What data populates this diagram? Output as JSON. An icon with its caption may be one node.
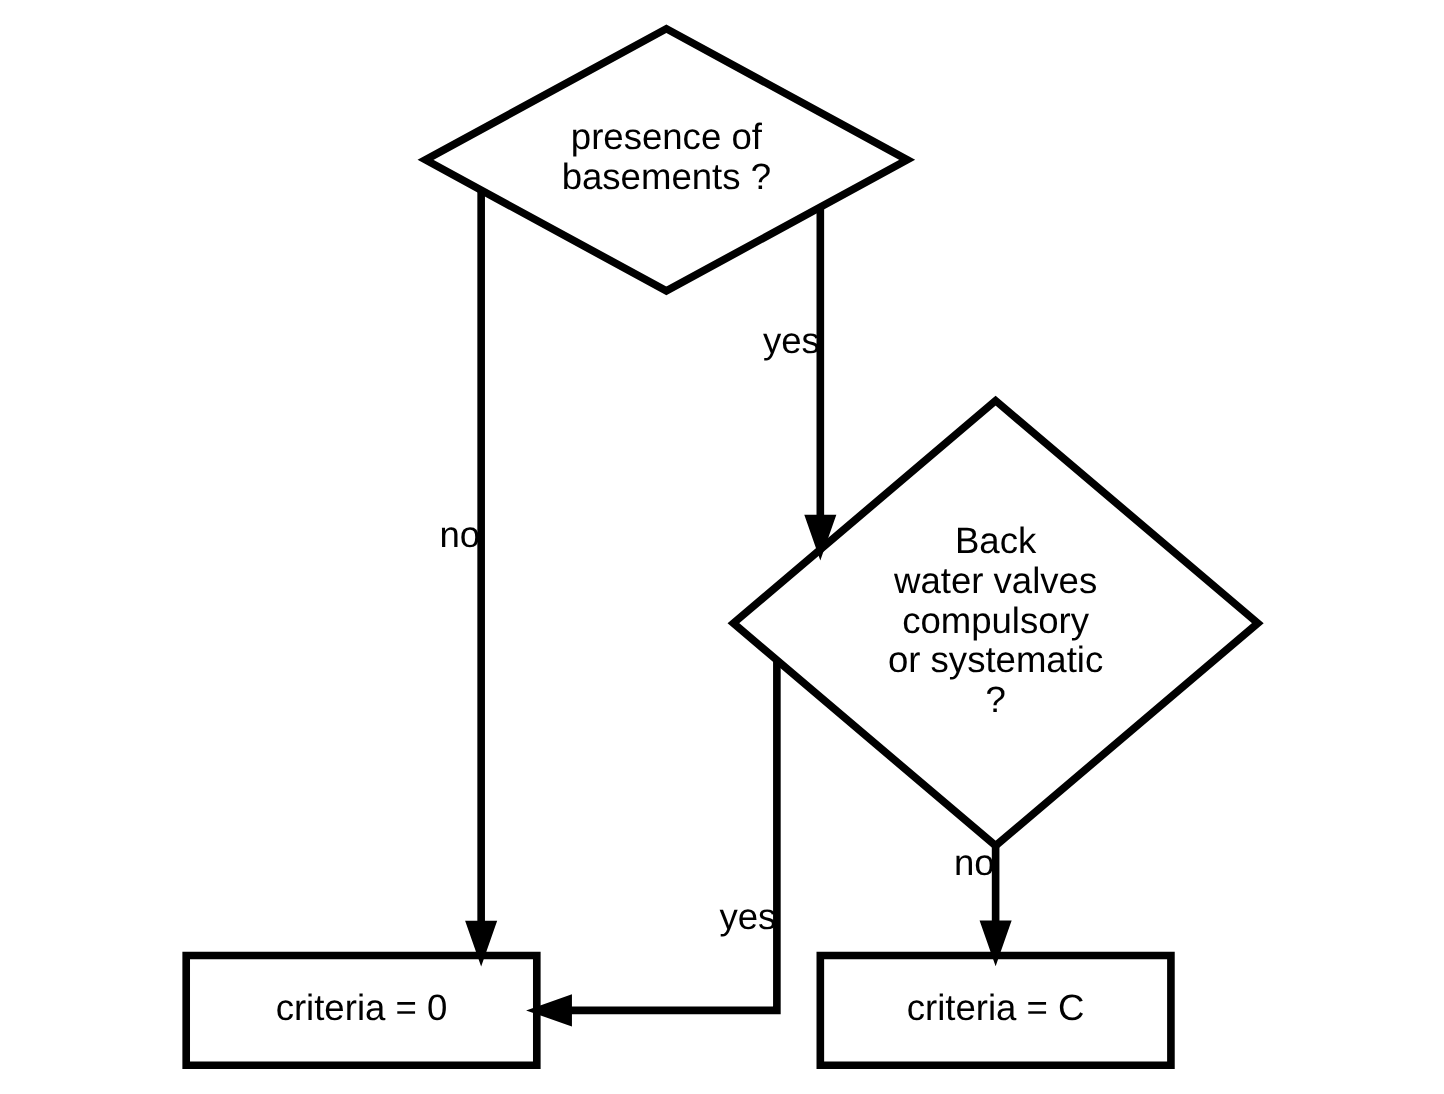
{
  "diagram": {
    "nodes": [
      {
        "text": [
          "presence of basements ?"
        ]
      },
      {
        "text": [
          "Back water valves compulsory or systematic ?"
        ]
      },
      {
        "text": [
          "criteria = 0"
        ]
      },
      {
        "text": [
          "criteria = C"
        ]
      }
    ],
    "edges": [
      {
        "from": 0,
        "to": 2,
        "arrow": "to",
        "label": "no"
      },
      {
        "from": 0,
        "to": 1,
        "arrow": "to",
        "label": "yes"
      },
      {
        "from": 1,
        "to": 2,
        "arrow": "to",
        "label": "yes"
      },
      {
        "from": 1,
        "to": 3,
        "arrow": "to",
        "label": "no"
      }
    ]
  }
}
